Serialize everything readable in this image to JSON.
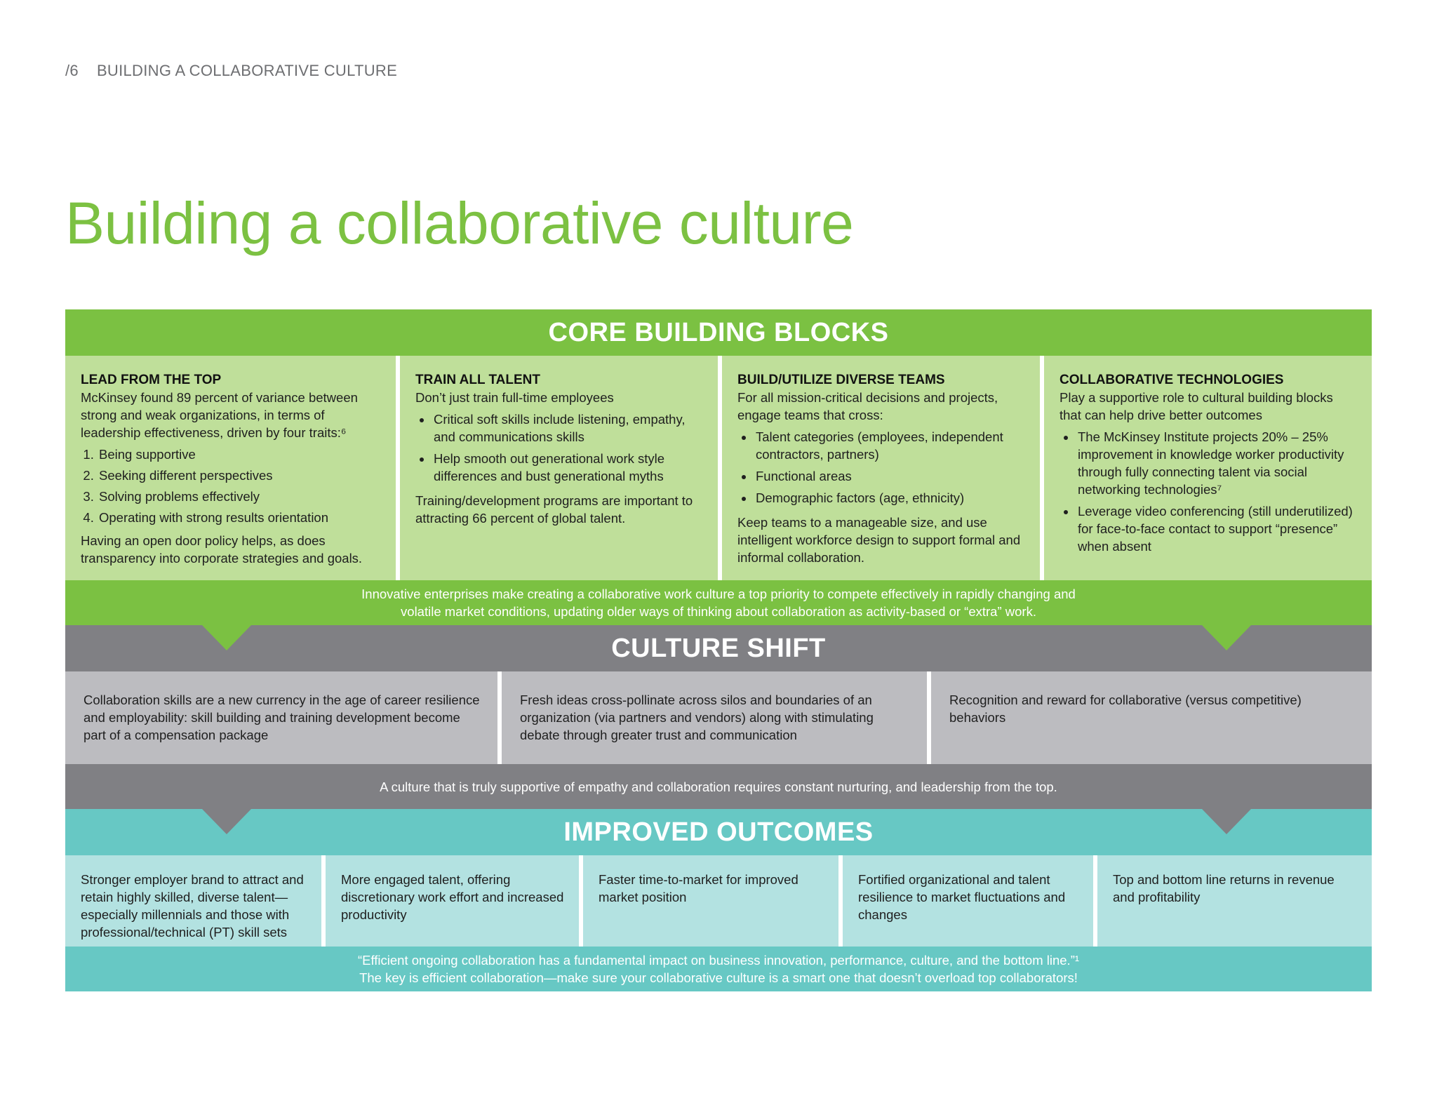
{
  "header": {
    "page_number": "/6",
    "section": "BUILDING A COLLABORATIVE CULTURE"
  },
  "title": "Building a collaborative culture",
  "core": {
    "heading": "CORE BUILDING BLOCKS",
    "columns": [
      {
        "title": "LEAD FROM THE TOP",
        "intro": "McKinsey found 89 percent of variance between strong and weak organizations, in terms of leadership effectiveness, driven by four traits:⁶",
        "numbered": [
          "Being supportive",
          "Seeking different perspectives",
          "Solving problems effectively",
          "Operating with strong results orientation"
        ],
        "after": "Having an open door policy helps, as does transparency into corporate strategies and goals."
      },
      {
        "title": "TRAIN ALL TALENT",
        "intro": "Don’t just train full-time employees",
        "bullets": [
          "Critical soft skills include listening, empathy, and communications skills",
          "Help smooth out generational work style differences and bust generational myths"
        ],
        "after": "Training/development programs are important to attracting 66 percent of global talent."
      },
      {
        "title": "BUILD/UTILIZE DIVERSE TEAMS",
        "intro": "For all mission-critical decisions and projects, engage teams that cross:",
        "bullets": [
          "Talent categories (employees, independent contractors, partners)",
          "Functional areas",
          "Demographic factors (age, ethnicity)"
        ],
        "after": "Keep teams to a manageable size, and use intelligent workforce design to support formal and informal collaboration."
      },
      {
        "title": "COLLABORATIVE TECHNOLOGIES",
        "intro": "Play a supportive role to cultural building blocks that can help drive better outcomes",
        "bullets": [
          "The McKinsey Institute projects 20% – 25% improvement in knowledge worker productivity through fully connecting talent via social networking technologies⁷",
          "Leverage video conferencing (still underutilized) for face-to-face contact to support “presence” when absent"
        ]
      }
    ],
    "note_line1": "Innovative enterprises make creating a collaborative work culture a top priority to compete effectively in rapidly changing and",
    "note_line2": "volatile market conditions, updating older ways of thinking about collaboration as activity-based or “extra” work."
  },
  "shift": {
    "heading": "CULTURE SHIFT",
    "columns": [
      "Collaboration skills are a new currency in the age of career resilience and employability: skill building and training development become part of a compensation package",
      "Fresh ideas cross-pollinate across silos and boundaries of an organization (via partners and vendors) along with stimulating debate through greater trust and communication",
      "Recognition and reward for collaborative (versus competitive) behaviors"
    ],
    "note": "A culture that is truly supportive of empathy and collaboration requires constant nurturing, and leadership from the top."
  },
  "outcomes": {
    "heading": "IMPROVED OUTCOMES",
    "columns": [
      "Stronger employer brand to attract and retain highly skilled, diverse talent—especially millennials and those with professional/technical (PT) skill sets",
      "More engaged talent, offering discretionary work effort and increased productivity",
      "Faster time-to-market for improved market position",
      "Fortified organizational and talent resilience to market fluctuations and changes",
      "Top and bottom line returns in revenue and profitability"
    ],
    "note_line1": "“Efficient ongoing collaboration has a fundamental impact on business innovation, performance, culture, and the bottom line.”¹",
    "note_line2": "The key is efficient collaboration—make sure your collaborative culture is a smart one that doesn’t overload top collaborators!"
  },
  "colors": {
    "title_green": "#7cc142",
    "green_dark": "#7bc142",
    "green_light": "#bfdf9a",
    "grey_dark": "#808084",
    "grey_light": "#bcbcc0",
    "teal_dark": "#67c8c4",
    "teal_light": "#b3e2e1"
  }
}
